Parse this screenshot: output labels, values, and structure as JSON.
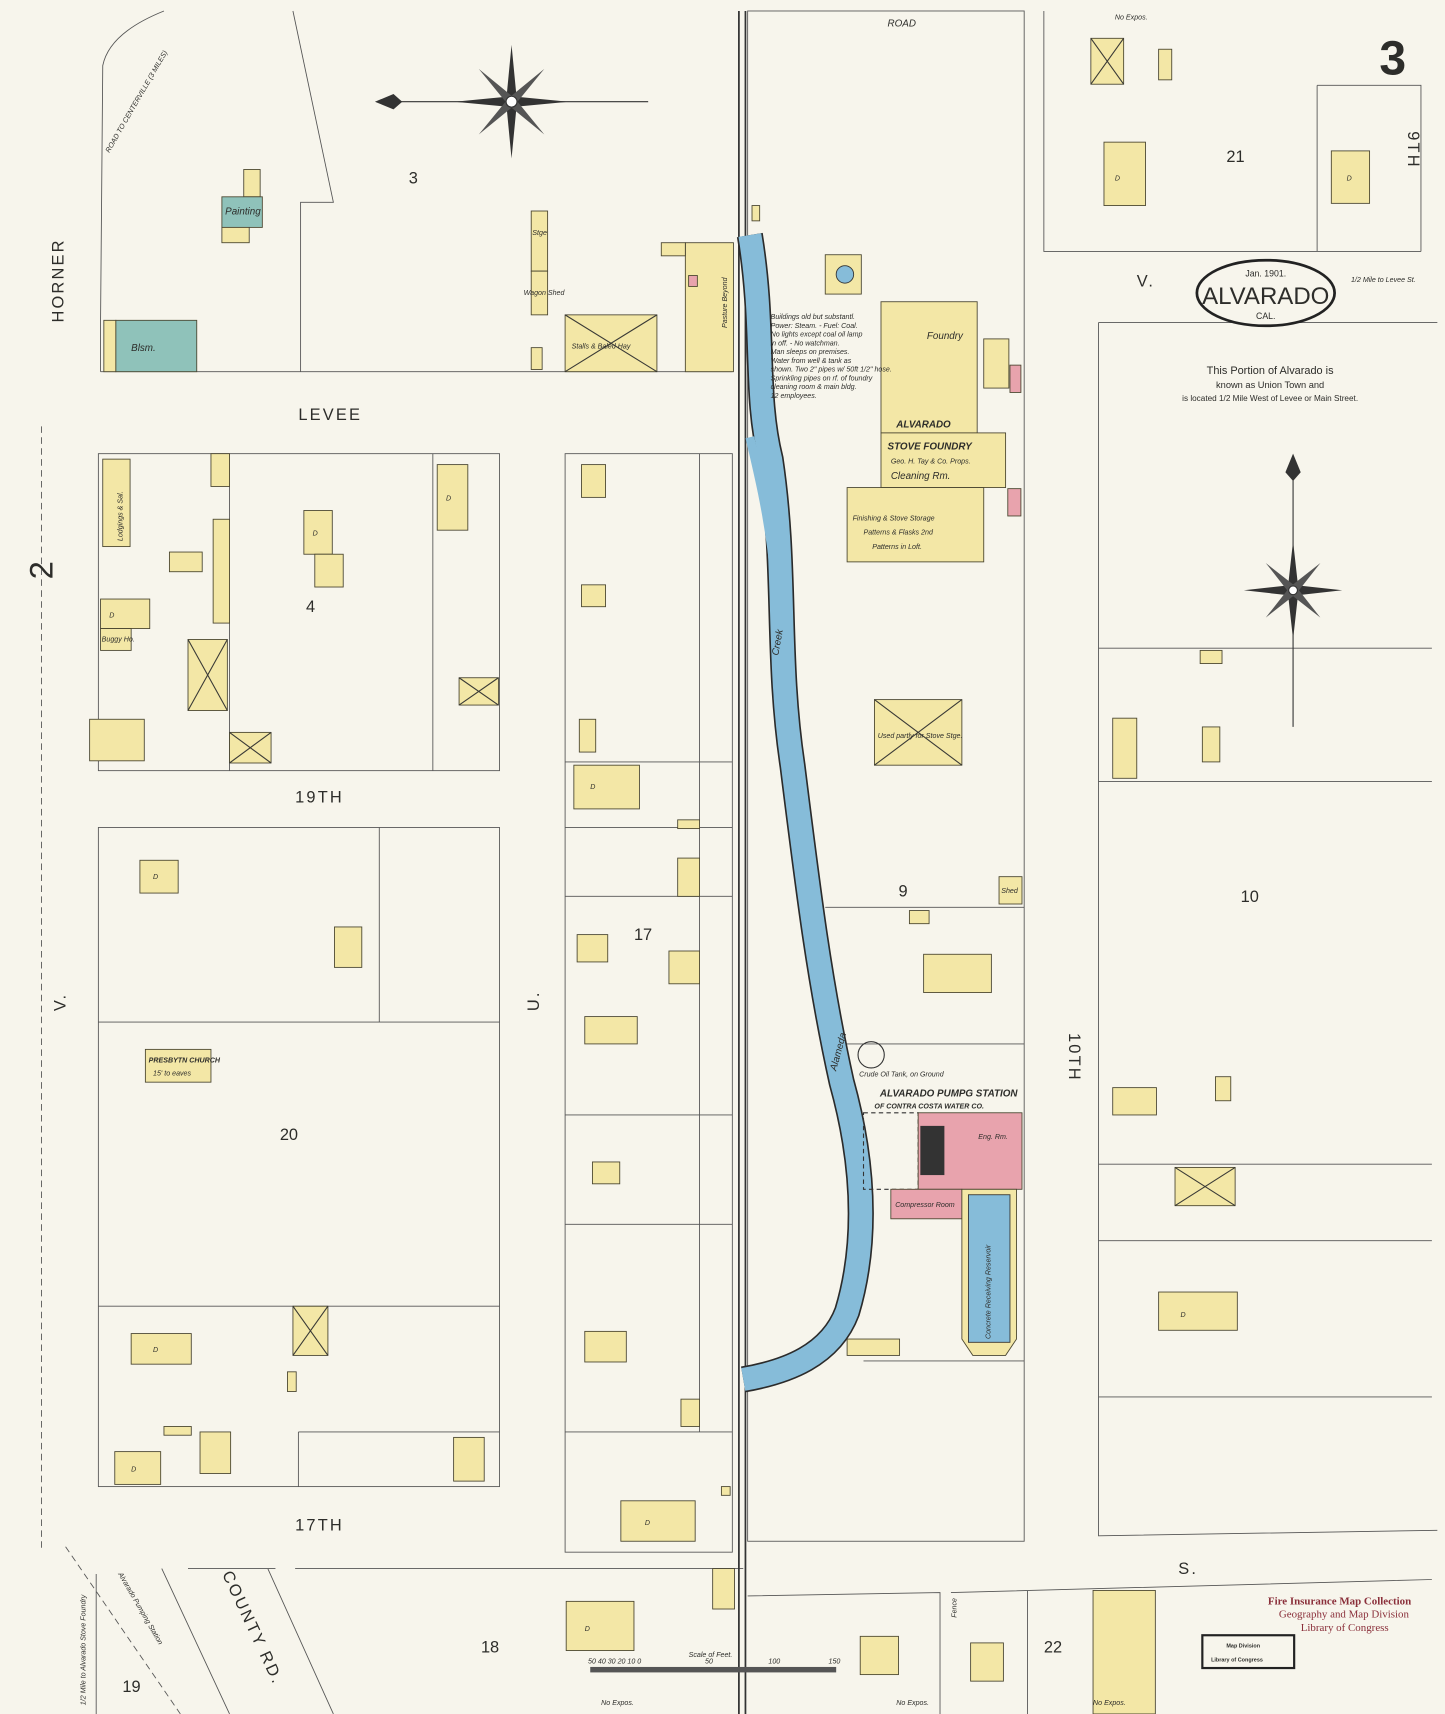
{
  "sheet_number": "3",
  "adjacent_sheet": "2",
  "title": {
    "date": "Jan. 1901.",
    "town": "ALVARADO",
    "state": "CAL."
  },
  "description": [
    "This Portion of Alvarado is",
    "known as Union Town and",
    "is located 1/2 Mile West of Levee or Main Street."
  ],
  "streets": {
    "horner": "HORNER",
    "levee": "LEVEE",
    "nineteenth": "19TH",
    "seventeenth": "17TH",
    "v_left": "V.",
    "u": "U.",
    "tenth": "10TH",
    "v_right": "V.",
    "s": "S.",
    "ninth": "9TH",
    "road_top": "ROAD",
    "county_rd": "COUNTY RD.",
    "road_centerville": "ROAD TO CENTERVILLE (3 MILES)"
  },
  "blocks": [
    "3",
    "4",
    "20",
    "17",
    "9",
    "21",
    "10",
    "19",
    "18",
    "22"
  ],
  "buildings": {
    "painting": "Painting",
    "blsm": "Blsm.",
    "stge": "Stge",
    "wagon_shed": "Wagon Shed",
    "stalls": "Stalls & Baled Hay",
    "lodgings": "Lodgings & Sal.",
    "buggy": "Buggy Ho.",
    "church": "PRESBYTN CHURCH",
    "church_note": "15' to eaves",
    "foundry": "Foundry",
    "alvarado": "ALVARADO",
    "stove_foundry": "STOVE FOUNDRY",
    "proprietor": "Geo. H. Tay & Co. Props.",
    "cleaning": "Cleaning Rm.",
    "finishing": [
      "Finishing & Stove Storage",
      "Patterns & Flasks 2nd",
      "Patterns in Loft."
    ],
    "used_for_storage": "Used partly for Stove Stge.",
    "shed": "Shed",
    "pump_station": "ALVARADO PUMPG STATION",
    "water_co": "OF CONTRA COSTA WATER CO.",
    "eng_rm": "Eng. Rm.",
    "compressor": "Compressor Room",
    "reservoir": "Concrete Receiving Reservoir",
    "oil_tank": "Crude Oil Tank, on Ground",
    "dwelling": "D"
  },
  "notes": {
    "foundry_notes": [
      "Buildings old but substantl.",
      "Power: Steam. - Fuel: Coal.",
      "No lights except coal oil lamp",
      "in off. - No watchman.",
      "Man sleeps on premises.",
      "Water from well & tank as",
      "shown. Two 2\" pipes w/ 50ft 1/2\" hose.",
      "Sprinkling pipes on rf. of foundry",
      "cleaning room & main bldg.",
      "12 employees."
    ],
    "creek": "Alameda",
    "creek2": "Creek",
    "half_mile_levee": "1/2 Mile to Levee St.",
    "half_mile_foundry": "1/2 Mile to Alvarado Stove Foundry",
    "pumping_station": "Alvarado Pumping Station",
    "no_expos": "No Expos.",
    "pasture": "Pasture Beyond",
    "fence": "Fence",
    "scale": "Scale of Feet."
  },
  "scale_ticks": [
    "50",
    "40",
    "30",
    "20",
    "10",
    "0",
    "50",
    "100",
    "150"
  ],
  "stamps": {
    "collection": [
      "Fire Insurance Map Collection",
      "Geography and Map Division",
      "Library of Congress"
    ],
    "box": [
      "Map Division",
      "Library of Congress"
    ]
  },
  "colors": {
    "paper": "#f7f5ec",
    "frame": "#f3e7a6",
    "brick": "#e8a3ad",
    "stone": "#8fc2ba",
    "water": "#86bcd9"
  }
}
